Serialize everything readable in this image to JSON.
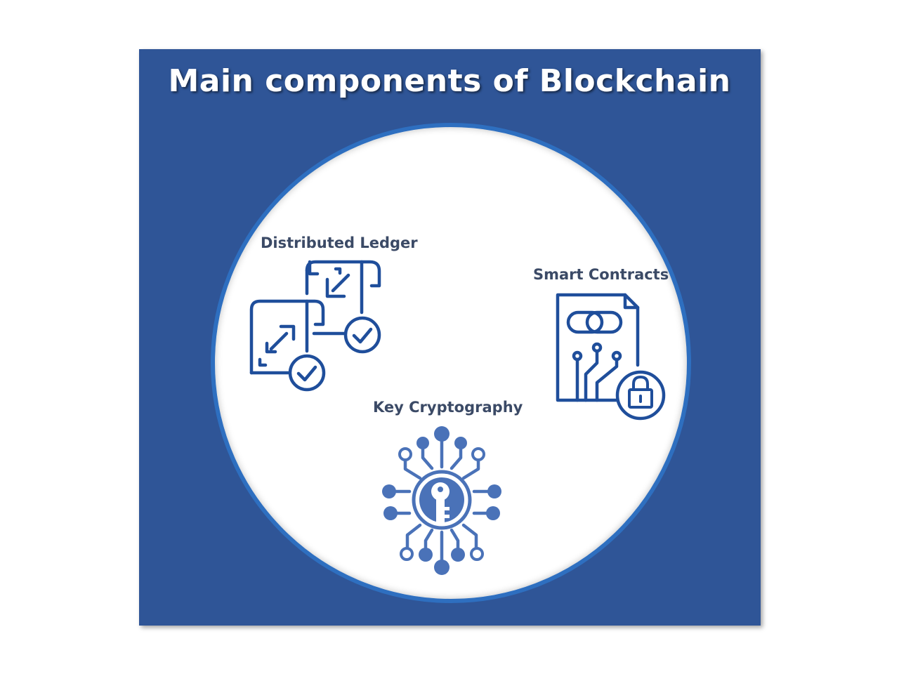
{
  "title": "Main components of Blockchain",
  "components": [
    {
      "label": "Distributed Ledger",
      "icon": "distributed-ledger-icon"
    },
    {
      "label": "Smart Contracts",
      "icon": "smart-contract-icon"
    },
    {
      "label": "Key Cryptography",
      "icon": "key-cryptography-icon"
    }
  ],
  "colors": {
    "panel": "#2f5597",
    "circle_border": "#2e6fc0",
    "icon_dark": "#1f4e9b",
    "icon_light": "#4a72b8",
    "label_text": "#3b4a66"
  }
}
